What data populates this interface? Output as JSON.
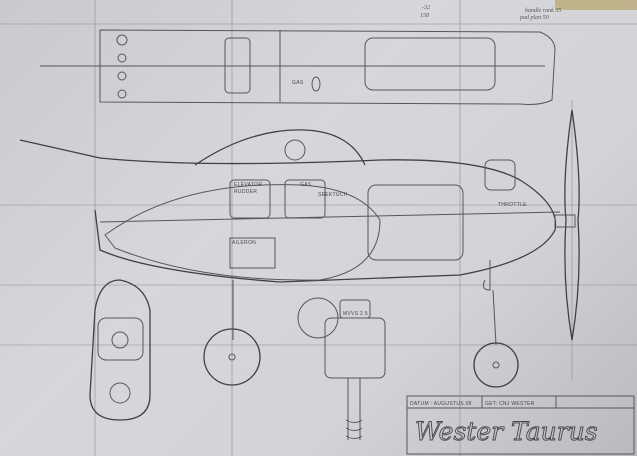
{
  "title_block": {
    "date": "DATUM : AUGUSTUS.08",
    "drawn_by": "GET: CNJ WESTER",
    "model_name": "Wester Taurus"
  },
  "labels": {
    "elevator_rudder_1": "ELEVATOR",
    "elevator_rudder_2": "RUDDER",
    "gas_side": "GAS",
    "gas_top": "GAS",
    "tank": "SEEKTUCH",
    "aileron": "AILERON",
    "engine": "MVVS 2.5",
    "throttle": "THROTTLE"
  },
  "notes": {
    "calc_1": "-32",
    "calc_2": "158",
    "hand_1": "handle rank  35",
    "hand_2": "pad plan    50"
  },
  "colors": {
    "paper": "#d2d3d6",
    "pencil": "#55575c"
  }
}
